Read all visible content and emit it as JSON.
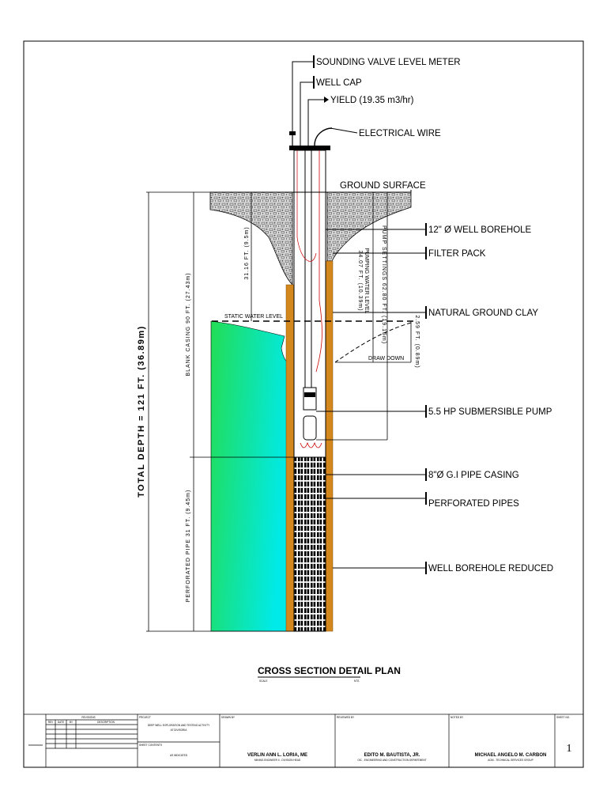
{
  "labels": {
    "sounding_valve": "SOUNDING VALVE LEVEL METER",
    "well_cap": "WELL CAP",
    "yield": "YIELD (19.35 m3/hr)",
    "electrical_wire": "ELECTRICAL WIRE",
    "ground_surface": "GROUND SURFACE",
    "borehole": "12\" Ø WELL BOREHOLE",
    "filter_pack": "FILTER PACK",
    "natural_clay": "NATURAL GROUND CLAY",
    "pump": "5.5 HP SUBMERSIBLE PUMP",
    "pipe_casing": "8\"Ø G.I PIPE CASING",
    "perforated_pipes": "PERFORATED PIPES",
    "borehole_reduced": "WELL BOREHOLE REDUCED",
    "static_water": "STATIC WATER LEVEL",
    "drawdown": "DRAW DOWN"
  },
  "dimensions": {
    "total_depth": "TOTAL DEPTH = 121 FT. (36.89m)",
    "blank_casing": "BLANK CASING 90 FT. (27.43m)",
    "perforated_pipe": "PERFORATED PIPE 31 FT. (9.45m)",
    "static_depth": "31.16 FT. (9.5m)",
    "pumping_depth": "34.07 FT. (10.39m)",
    "pumping_water_level": "PUMPING WATER LEVEL",
    "pump_setting": "PUMP SETTINGS 62.80 FT. (19.15m)",
    "drawdown_value": "2.59 FT. (0.89m)"
  },
  "plan": {
    "title": "CROSS SECTION DETAIL PLAN",
    "scale_label": "SCALE",
    "scale_value": "NTS"
  },
  "title_block": {
    "revisions_header": "REVISIONS",
    "rev_cols": [
      "REV",
      "DATE",
      "BY",
      "DESCRIPTION"
    ],
    "project_label": "PROJECT",
    "project_name": "DEEP WELL EXPLORATION AND TESTING ACTIVITY",
    "project_location": "AT DIVISORIA",
    "sheet_contents_label": "SHEET CONTENTS",
    "sheet_contents": "AS INDICATED",
    "drawn_by_label": "DRAWN BY",
    "drawn_by": "VERLIN ANN L. LORIA, ME",
    "drawn_by_role": "MINING ENGINEER II - DIVISION HEAD",
    "reviewed_by_label": "REVIEWED BY",
    "reviewed_by": "EDITO M. BAUTISTA, JR.",
    "reviewed_by_role": "OIC - ENGINEERING AND CONSTRUCTION DEPARTMENT",
    "noted_by_label": "NOTED BY",
    "noted_by": "MICHAEL ANGELO M. CARBON",
    "noted_by_role": "AGM - TECHNICAL SERVICES GROUP",
    "sheet_no_label": "SHEET NO.",
    "sheet_no": "1"
  },
  "colors": {
    "water_top": "#22dd55",
    "water_bottom": "#00e6e6",
    "filter_pack": "#d4871c",
    "soil": "#c8c8c8"
  }
}
